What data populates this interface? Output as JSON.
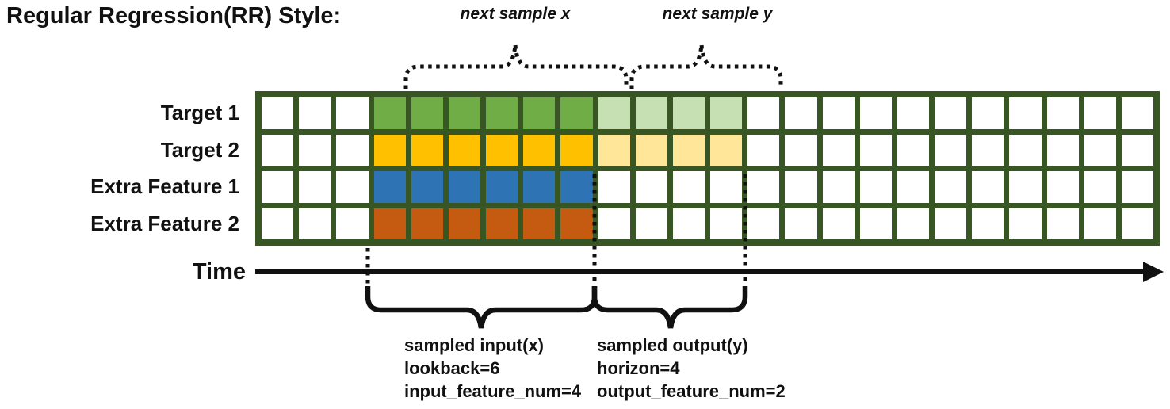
{
  "title": "Regular Regression(RR) Style:",
  "colors": {
    "grid_border": "#375623",
    "cell_empty": "#ffffff",
    "ink": "#111111"
  },
  "grid": {
    "num_columns": 24,
    "num_rows": 4,
    "input_start_col": 3,
    "lookback": 6,
    "output_start_col": 9,
    "horizon": 4,
    "output_rows": 2,
    "rows": [
      {
        "label": "Target 1",
        "color": "#70ad47",
        "light_color": "#c6e0b4"
      },
      {
        "label": "Target 2",
        "color": "#ffc000",
        "light_color": "#ffe699"
      },
      {
        "label": "Extra Feature 1",
        "color": "#2e74b5",
        "light_color": null
      },
      {
        "label": "Extra Feature 2",
        "color": "#c55a11",
        "light_color": null
      }
    ]
  },
  "annotations": {
    "next_sample_x": "next sample x",
    "next_sample_y": "next sample y",
    "time_label": "Time",
    "sampled_input": [
      "sampled input(x)",
      "lookback=6",
      "input_feature_num=4"
    ],
    "sampled_output": [
      "sampled output(y)",
      "horizon=4",
      "output_feature_num=2"
    ]
  }
}
